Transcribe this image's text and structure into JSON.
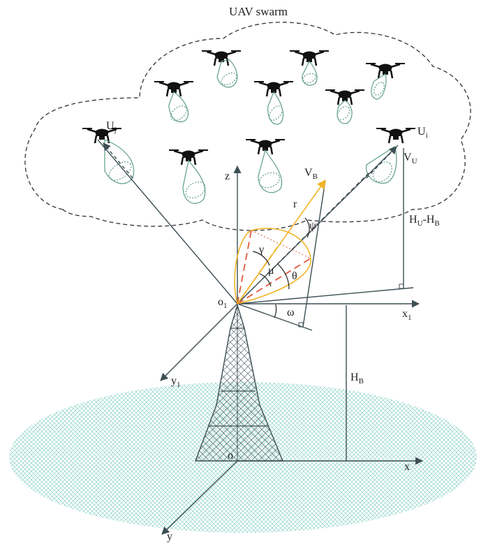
{
  "title": "UAV swarm",
  "colors": {
    "axis": "#3d4f54",
    "cone": "#5e9e86",
    "beam_outline": "#f0b428",
    "beam_dash_red": "#e05a3a",
    "beam_dash_yellow": "#f0b428",
    "ground_hatch": "#8fd4c8",
    "drone": "#111111",
    "swarm_outline": "#333333"
  },
  "labels": {
    "U_j": {
      "main": "U",
      "sub": "j"
    },
    "U_i": {
      "main": "U",
      "sub": "i"
    },
    "V_B": {
      "main": "V",
      "sub": "B"
    },
    "V_U": {
      "main": "V",
      "sub": "U"
    },
    "height_diff": {
      "a": "H",
      "a_sub": "U",
      "b": "-H",
      "b_sub": "B"
    },
    "H_B": {
      "main": "H",
      "sub": "B"
    },
    "z": "z",
    "r": "r",
    "psi": "ψ",
    "gamma": "γ",
    "mu": "μ",
    "theta": "θ",
    "omega": "ω",
    "o1": {
      "main": "o",
      "sub": "1"
    },
    "x1": {
      "main": "x",
      "sub": "1"
    },
    "y1": {
      "main": "y",
      "sub": "1"
    },
    "o": "o",
    "x": "x",
    "y": "y"
  },
  "icons": {
    "drone": "quadcopter-drone-icon",
    "coverage": "coverage-cone-icon",
    "tower": "lattice-tower-icon"
  }
}
